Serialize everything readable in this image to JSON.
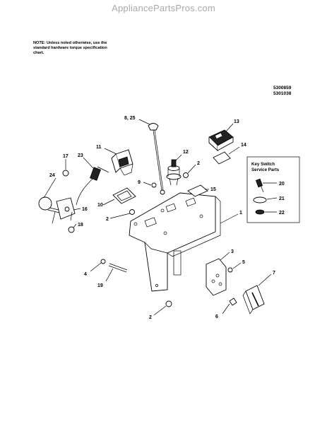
{
  "watermark": "AppliancePartsPros.com",
  "note": "NOTE: Unless noted otherwise, use the standard hardware torque specification chart.",
  "model_numbers": [
    "5300859",
    "5301038"
  ],
  "key_switch_box": {
    "title_line1": "Key Switch",
    "title_line2": "Service Parts"
  },
  "callouts": {
    "c825": "8, 25",
    "c13": "13",
    "c11": "11",
    "c12": "12",
    "c14": "14",
    "c17": "17",
    "c23": "23",
    "c2a": "2",
    "c9": "9",
    "c15": "15",
    "c24": "24",
    "c10": "10",
    "c2b": "2",
    "c1": "1",
    "c16": "16",
    "c18": "18",
    "c20": "20",
    "c21": "21",
    "c22": "22",
    "c3": "3",
    "c4": "4",
    "c5": "5",
    "c7": "7",
    "c19": "19",
    "c6": "6",
    "c2c": "2"
  }
}
